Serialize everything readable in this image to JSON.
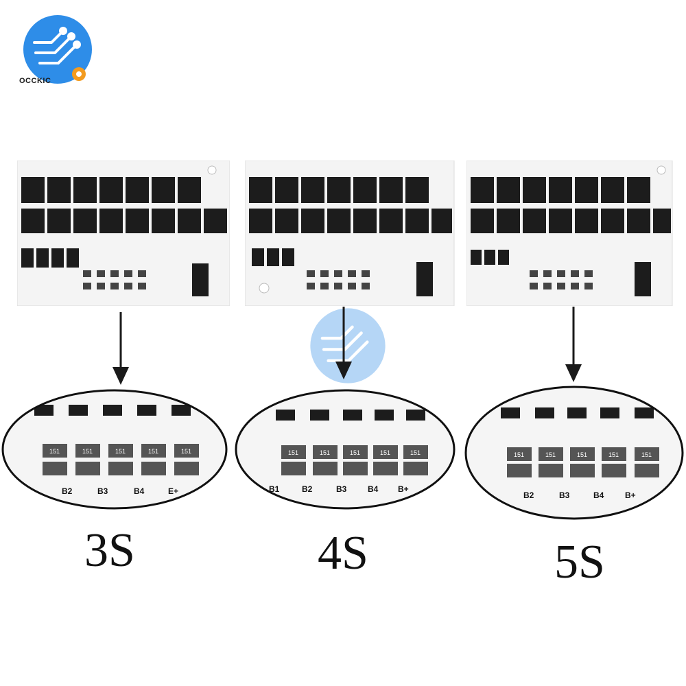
{
  "brand": {
    "name": "OCCKIC"
  },
  "variants": [
    {
      "label": "3S",
      "pads": [
        "B3",
        "B4",
        "E+"
      ],
      "extra_pad": "B2"
    },
    {
      "label": "4S",
      "pads": [
        "B1",
        "B2",
        "B3",
        "B4",
        "B+"
      ]
    },
    {
      "label": "5S",
      "pads": [
        "B2",
        "B3",
        "B4",
        "B+"
      ]
    }
  ],
  "zoom_chip_code": "151",
  "colors": {
    "arrow": "#1a1a1a",
    "mosfet": "#1c1c1c",
    "pcb": "#f4f4f4",
    "logo_blue": "#2e8de8"
  }
}
